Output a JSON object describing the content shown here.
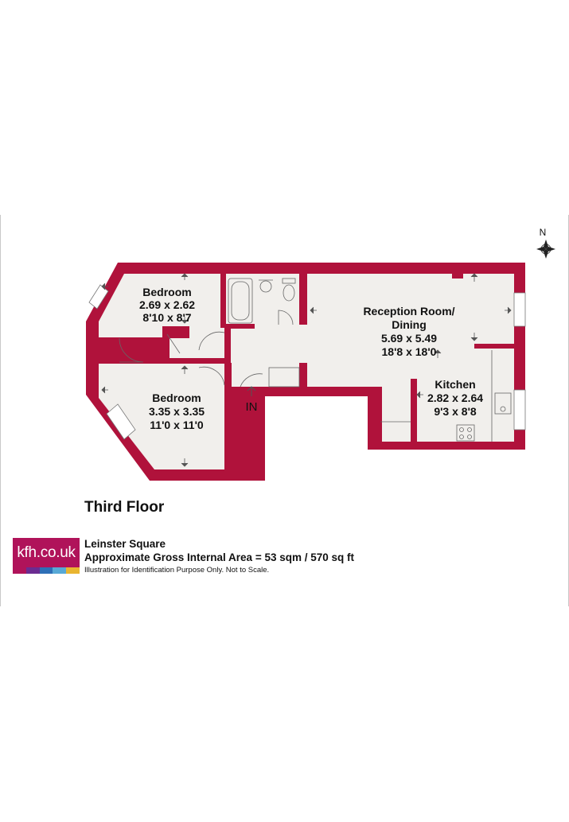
{
  "compass": {
    "label": "N"
  },
  "entrance_label": "IN",
  "rooms": [
    {
      "name": "Bedroom",
      "metric": "2.69 x 2.62",
      "imperial": "8'10 x 8'7"
    },
    {
      "name": "Reception Room/",
      "name2": "Dining",
      "metric": "5.69 x 5.49",
      "imperial": "18'8 x 18'0"
    },
    {
      "name": "Kitchen",
      "metric": "2.82 x 2.64",
      "imperial": "9'3 x 8'8"
    },
    {
      "name": "Bedroom",
      "metric": "3.35 x 3.35",
      "imperial": "11'0 x 11'0"
    }
  ],
  "floor_title": "Third Floor",
  "logo": {
    "text": "kfh.co.uk",
    "bar_colors": [
      "#b0135a",
      "#6b2c91",
      "#2e6fb7",
      "#58a9d6",
      "#e9b530"
    ]
  },
  "info": {
    "street": "Leinster Square",
    "area": "Approximate Gross Internal Area = 53 sqm / 570 sq ft",
    "disclaimer": "Illustration for Identification Purpose Only. Not to Scale."
  },
  "colors": {
    "wall": "#b0123b",
    "floor": "#f1efec",
    "fixture_line": "#666666"
  }
}
